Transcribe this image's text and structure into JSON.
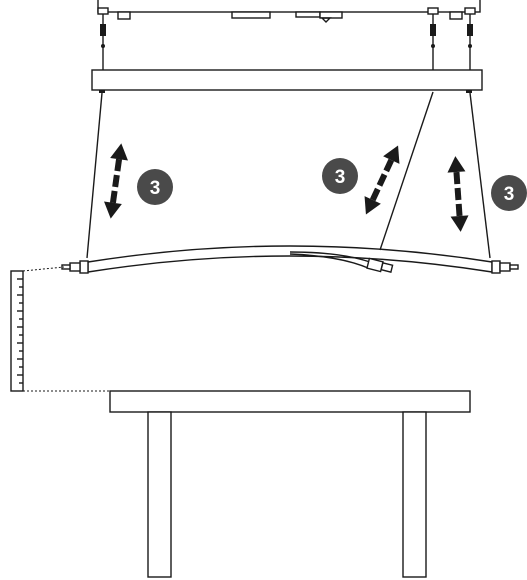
{
  "diagram": {
    "step_badges": [
      {
        "label": "3",
        "name": "step-badge-left"
      },
      {
        "label": "3",
        "name": "step-badge-center"
      },
      {
        "label": "3",
        "name": "step-badge-right"
      }
    ],
    "colors": {
      "line": "#1a1a1a",
      "badge": "#4a4a4a",
      "badge_text": "#ffffff",
      "arrow": "#1a1a1a"
    },
    "icons": {
      "arrow": "double-headed-vertical-arrow-icon",
      "ruler": "measuring-ruler-icon"
    }
  }
}
